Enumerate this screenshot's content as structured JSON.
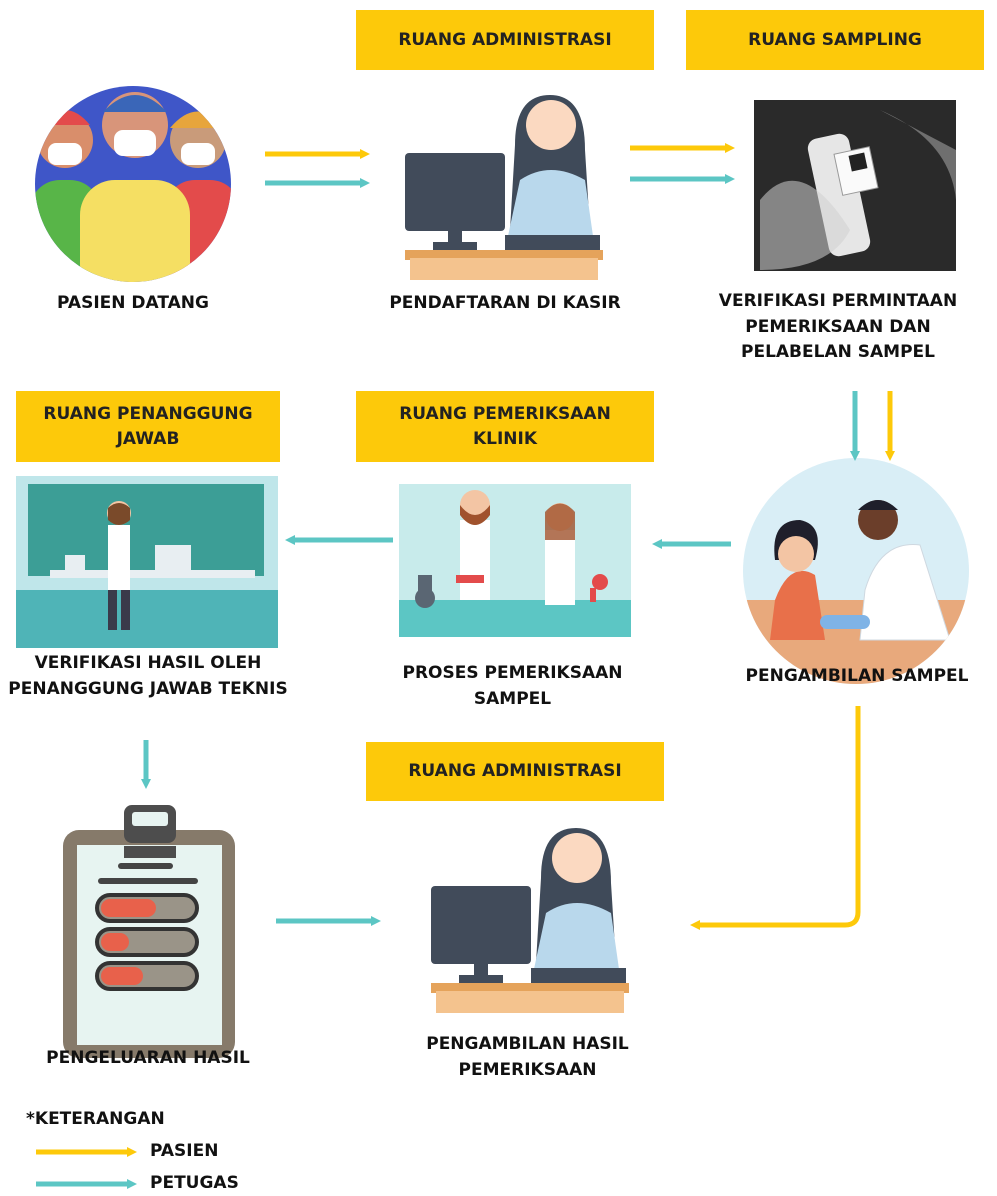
{
  "rooms": {
    "admin_top": "RUANG ADMINISTRASI",
    "sampling": "RUANG SAMPLING",
    "penanggung": "RUANG PENANGGUNG JAWAB",
    "klinik": "RUANG PEMERIKSAAN KLINIK",
    "admin_bottom": "RUANG ADMINISTRASI"
  },
  "steps": {
    "pasien_datang": "PASIEN DATANG",
    "pendaftaran": "PENDAFTARAN DI KASIR",
    "verifikasi_permintaan": "VERIFIKASI PERMINTAAN PEMERIKSAAN DAN PELABELAN SAMPEL",
    "pengambilan_sampel": "PENGAMBILAN SAMPEL",
    "proses_pemeriksaan": "PROSES PEMERIKSAAN SAMPEL",
    "verifikasi_hasil": "VERIFIKASI HASIL OLEH PENANGGUNG JAWAB TEKNIS",
    "pengeluaran_hasil": "PENGELUARAN HASIL",
    "pengambilan_hasil": "PENGAMBILAN HASIL PEMERIKSAAN"
  },
  "legend": {
    "title": "*KETERANGAN",
    "pasien": "PASIEN",
    "petugas": "PETUGAS"
  },
  "colors": {
    "pasien_arrow": "#fdc90a",
    "petugas_arrow": "#5cc6c4",
    "room_label_bg": "#fdc90a"
  }
}
